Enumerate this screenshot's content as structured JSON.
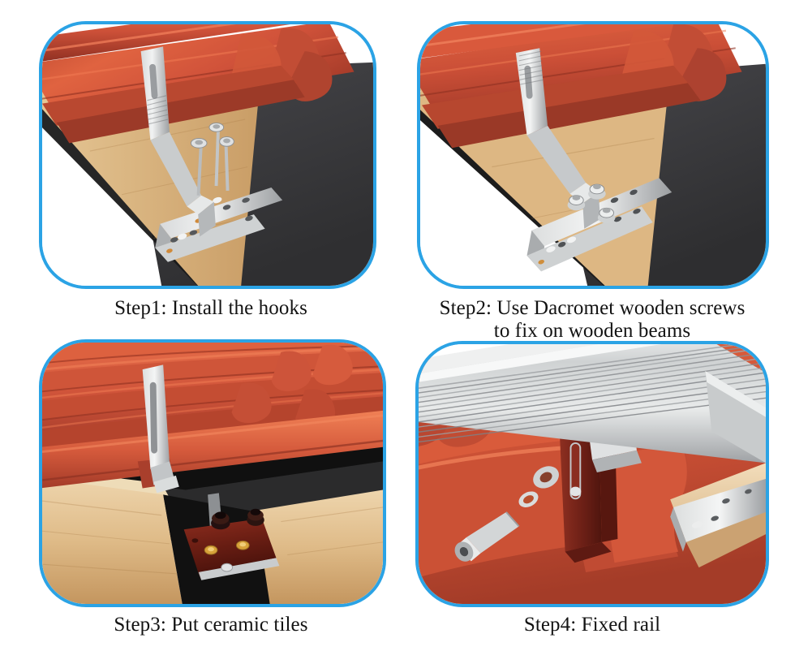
{
  "document": {
    "kind": "installation-instruction-diagram",
    "title": "Tile roof hook installation steps",
    "accent_color": "#2ba3e5",
    "background_color": "#ffffff",
    "text_color": "#131313"
  },
  "palette": {
    "tile_red_light": "#e0613f",
    "tile_red_mid": "#cf5038",
    "tile_red_dark": "#a83c2a",
    "tile_red_deep": "#8c2f20",
    "wood_light": "#ecd2a8",
    "wood_mid": "#dcb682",
    "wood_dark": "#c49a63",
    "membrane_dark": "#3b3b3d",
    "membrane_black": "#181818",
    "steel_light": "#e8e9ea",
    "steel_mid": "#b9bcbe",
    "steel_dark": "#86898c",
    "bracket_maroon": "#6e1f16",
    "bracket_maroon_light": "#8d2b1d",
    "screw_gold": "#d8a23a"
  },
  "panels": [
    {
      "id": "step-1",
      "number": 1,
      "caption": "Step1: Install the hooks",
      "scene": "roof-hook-on-wooden-beam-with-screws",
      "elements": [
        "ceramic-tile-roof",
        "wooden-beam",
        "waterproof-membrane",
        "stainless-roof-hook",
        "adjustable-base-plate",
        "wood-screws"
      ]
    },
    {
      "id": "step-2",
      "number": 2,
      "caption": "Step2: Use Dacromet wooden screws\nto fix on wooden beams",
      "scene": "hook-fixed-to-beam-with-dacromet-screws",
      "elements": [
        "ceramic-tile-roof",
        "wooden-beam",
        "waterproof-membrane",
        "stainless-roof-hook",
        "adjustable-base-plate",
        "dacromet-screws"
      ]
    },
    {
      "id": "step-3",
      "number": 3,
      "caption": "Step3: Put ceramic tiles",
      "scene": "ceramic-tiles-replaced-over-hook",
      "elements": [
        "ceramic-tile-roof",
        "wooden-beam",
        "waterproof-membrane",
        "stainless-roof-hook",
        "maroon-base-plate",
        "gold-screws"
      ]
    },
    {
      "id": "step-4",
      "number": 4,
      "caption": "Step4: Fixed rail",
      "scene": "aluminium-mounting-rail-bolted-to-hook",
      "elements": [
        "ceramic-tile-roof",
        "aluminium-rail",
        "rail-clamp-bolt",
        "maroon-roof-hook",
        "side-base-plate"
      ]
    }
  ]
}
